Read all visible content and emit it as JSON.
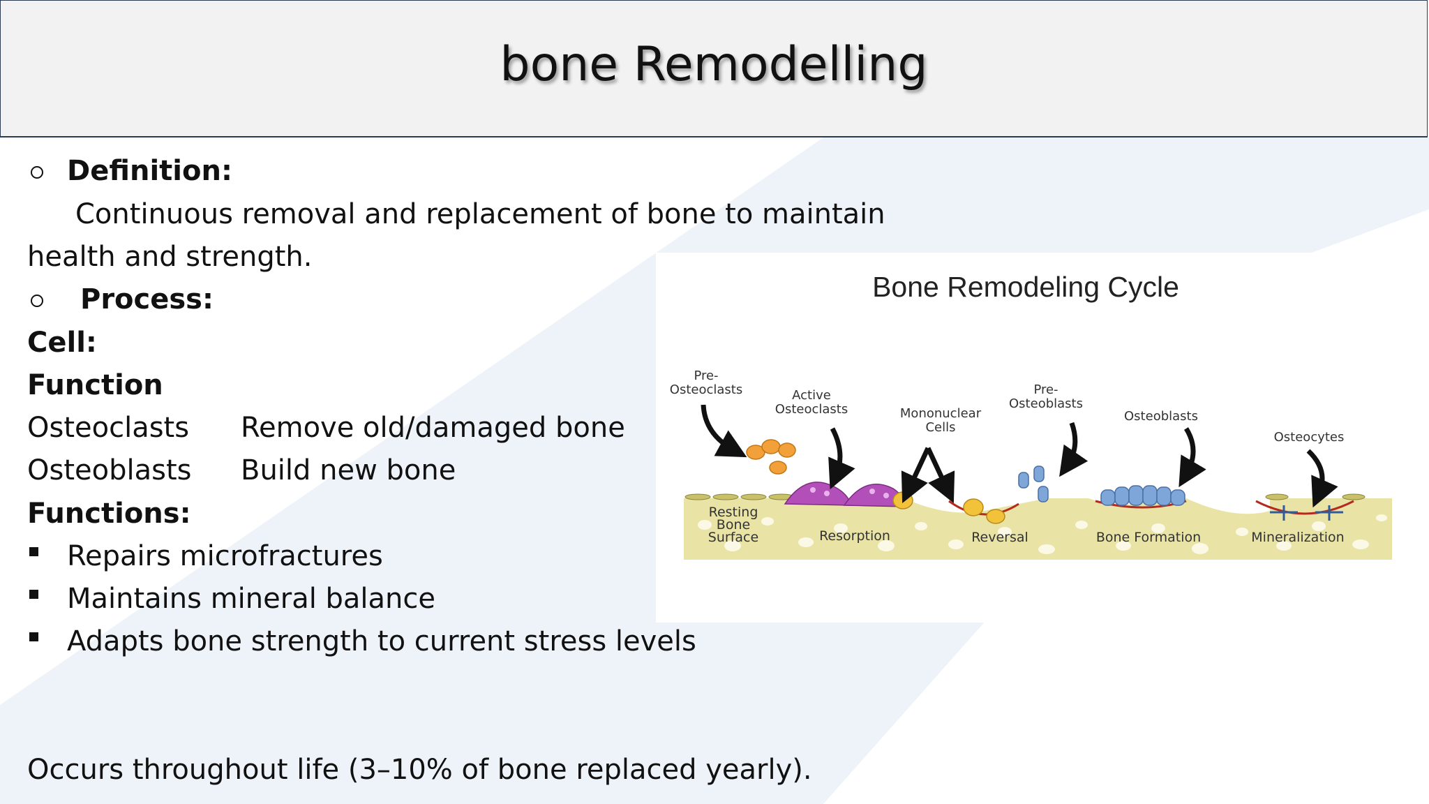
{
  "slide": {
    "title": "bone Remodelling",
    "definition_label": "Definition:",
    "definition_line1": "Continuous removal and replacement of bone to maintain",
    "definition_line2": "health and strength.",
    "process_label": "Process:",
    "cell_label": "Cell:",
    "function_label": "Function",
    "cells": [
      {
        "name": "Osteoclasts",
        "function": "Remove old/damaged bone"
      },
      {
        "name": "Osteoblasts",
        "function": "Build new bone"
      }
    ],
    "functions_label": "Functions:",
    "functions": [
      "Repairs microfractures",
      "Maintains mineral balance",
      "Adapts bone strength to current stress levels"
    ],
    "footer": "Occurs throughout life (3–10% of bone replaced yearly)."
  },
  "figure": {
    "title": "Bone Remodeling Cycle",
    "labels": {
      "pre_osteoclasts_1": "Pre-",
      "pre_osteoclasts_2": "Osteoclasts",
      "active_osteoclasts_1": "Active",
      "active_osteoclasts_2": "Osteoclasts",
      "mononuclear_1": "Mononuclear",
      "mononuclear_2": "Cells",
      "pre_osteoblasts_1": "Pre-",
      "pre_osteoblasts_2": "Osteoblasts",
      "osteoblasts": "Osteoblasts",
      "osteocytes": "Osteocytes"
    },
    "stages": {
      "resting_1": "Resting",
      "resting_2": "Bone",
      "resting_3": "Surface",
      "resorption": "Resorption",
      "reversal": "Reversal",
      "bone_formation": "Bone Formation",
      "mineralization": "Mineralization"
    }
  },
  "colors": {
    "background_stripe": "#eef3f9",
    "title_bar": "#f2f2f2",
    "title_border": "#2b3a55",
    "bone": "#e9e4a6",
    "osteoclast": "#b24fb8",
    "precursor": "#f2a13a",
    "preosteoblast": "#7fa6d8",
    "boundary_line": "#b52a1e"
  }
}
